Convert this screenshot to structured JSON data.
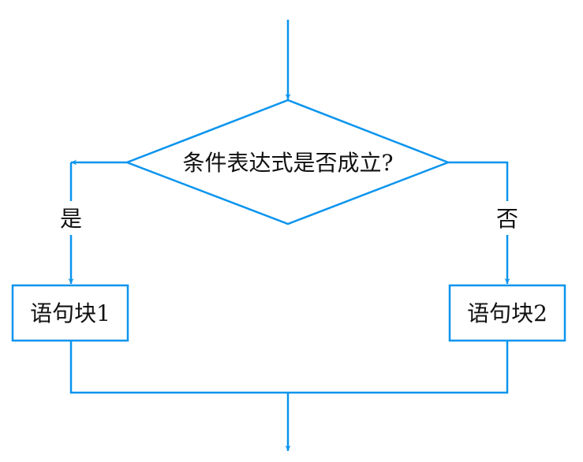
{
  "decision": {
    "label": "条件表达式是否成立?"
  },
  "branches": {
    "yes_label": "是",
    "no_label": "否"
  },
  "blocks": [
    {
      "label": "语句块1"
    },
    {
      "label": "语句块2"
    }
  ],
  "colors": {
    "stroke": "#0a94ee",
    "text": "#111111"
  }
}
